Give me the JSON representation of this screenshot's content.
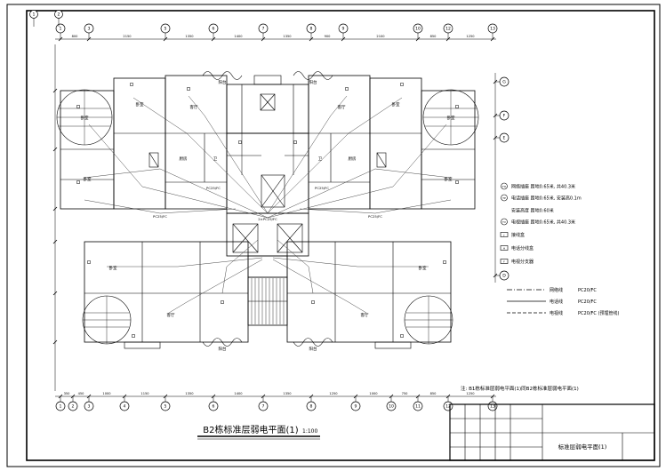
{
  "sheet": {
    "title": "B2栋标准层弱电平面(1)",
    "scale": "1:100",
    "note": "注: B1栋标准层弱电平面(1)同B2栋标准层弱电平面(1)"
  },
  "titleblock": {
    "drawing_name": "标准层弱电平面(1)"
  },
  "legend": {
    "items": [
      {
        "symbol": "TO",
        "text": "网络插座 距地0.65米, 共40.3米"
      },
      {
        "symbol": "TP",
        "text": "电话插座 距地0.65米, 安装高0.1m"
      },
      {
        "symbol": "",
        "text": "安装高度 距地0.60米"
      },
      {
        "symbol": "TV",
        "text": "电视插座 距地0.65米, 共40.3米"
      },
      {
        "symbol": "J",
        "text": "接线盒"
      },
      {
        "symbol": "H",
        "text": "电话分线盒"
      },
      {
        "symbol": "F",
        "text": "电视分支器"
      }
    ]
  },
  "line_legend": [
    {
      "label": "网络线",
      "spec": "PC20/FC"
    },
    {
      "label": "电话线",
      "spec": "PC20/FC"
    },
    {
      "label": "电视线",
      "spec": "PC20/FC (预埋管线)"
    }
  ],
  "grid": {
    "top_corner": [
      "1",
      "2"
    ],
    "top": [
      "1",
      "3",
      "5",
      "6",
      "7",
      "8",
      "9",
      "10",
      "12",
      "13"
    ],
    "bottom": [
      "1",
      "2",
      "3",
      "4",
      "5",
      "6",
      "7",
      "8",
      "9",
      "10",
      "11",
      "12",
      "13"
    ],
    "right": [
      "G",
      "F",
      "E",
      "D"
    ]
  },
  "dimensions": {
    "top": [
      "800",
      "2150",
      "1350",
      "1400",
      "1350",
      "900",
      "2100",
      "850",
      "1250"
    ],
    "bottom": [
      "350",
      "450",
      "1000",
      "1150",
      "1350",
      "1400",
      "1350",
      "1250",
      "1000",
      "750",
      "850",
      "1250"
    ]
  },
  "plan": {
    "labels": [
      {
        "t": "卧室"
      },
      {
        "t": "卧室"
      },
      {
        "t": "卧室"
      },
      {
        "t": "客厅"
      },
      {
        "t": "厨房"
      },
      {
        "t": "卫"
      },
      {
        "t": "客厅"
      },
      {
        "t": "卧室"
      },
      {
        "t": "卧室"
      },
      {
        "t": "卧室"
      },
      {
        "t": "厨房"
      },
      {
        "t": "卫"
      },
      {
        "t": "卧室"
      },
      {
        "t": "客厅"
      },
      {
        "t": "客厅"
      },
      {
        "t": "卧室"
      },
      {
        "t": "阳台"
      },
      {
        "t": "阳台"
      },
      {
        "t": "阳台"
      },
      {
        "t": "阳台"
      },
      {
        "t": "PC25/FC"
      },
      {
        "t": "PC25/FC"
      },
      {
        "t": "2×PC25/FC"
      },
      {
        "t": "PC25/FC"
      },
      {
        "t": "PC25/FC"
      }
    ]
  }
}
